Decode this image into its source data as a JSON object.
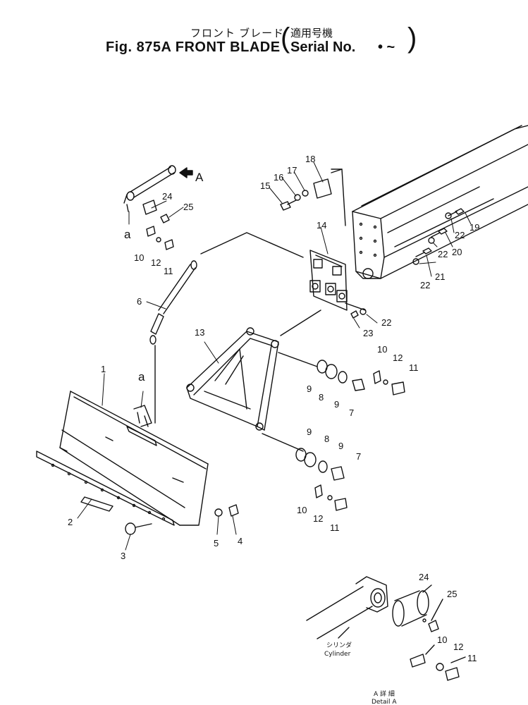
{
  "header": {
    "japanese_title": "フロント ブレード",
    "japanese_serial": "適用号機",
    "fig_title": "Fig. 875A  FRONT  BLADE",
    "serial_label": "Serial No.",
    "serial_range": "• ~"
  },
  "view_marker": "A",
  "section_marker": "a",
  "part_numbers": [
    "1",
    "2",
    "3",
    "4",
    "5",
    "6",
    "7",
    "8",
    "9",
    "10",
    "11",
    "12",
    "13",
    "14",
    "15",
    "16",
    "17",
    "18",
    "19",
    "20",
    "21",
    "22",
    "23",
    "24",
    "25"
  ],
  "detail": {
    "cylinder_jp": "シリンダ",
    "cylinder_en": "Cylinder",
    "detail_jp": "A 詳 細",
    "detail_en": "Detail  A"
  }
}
